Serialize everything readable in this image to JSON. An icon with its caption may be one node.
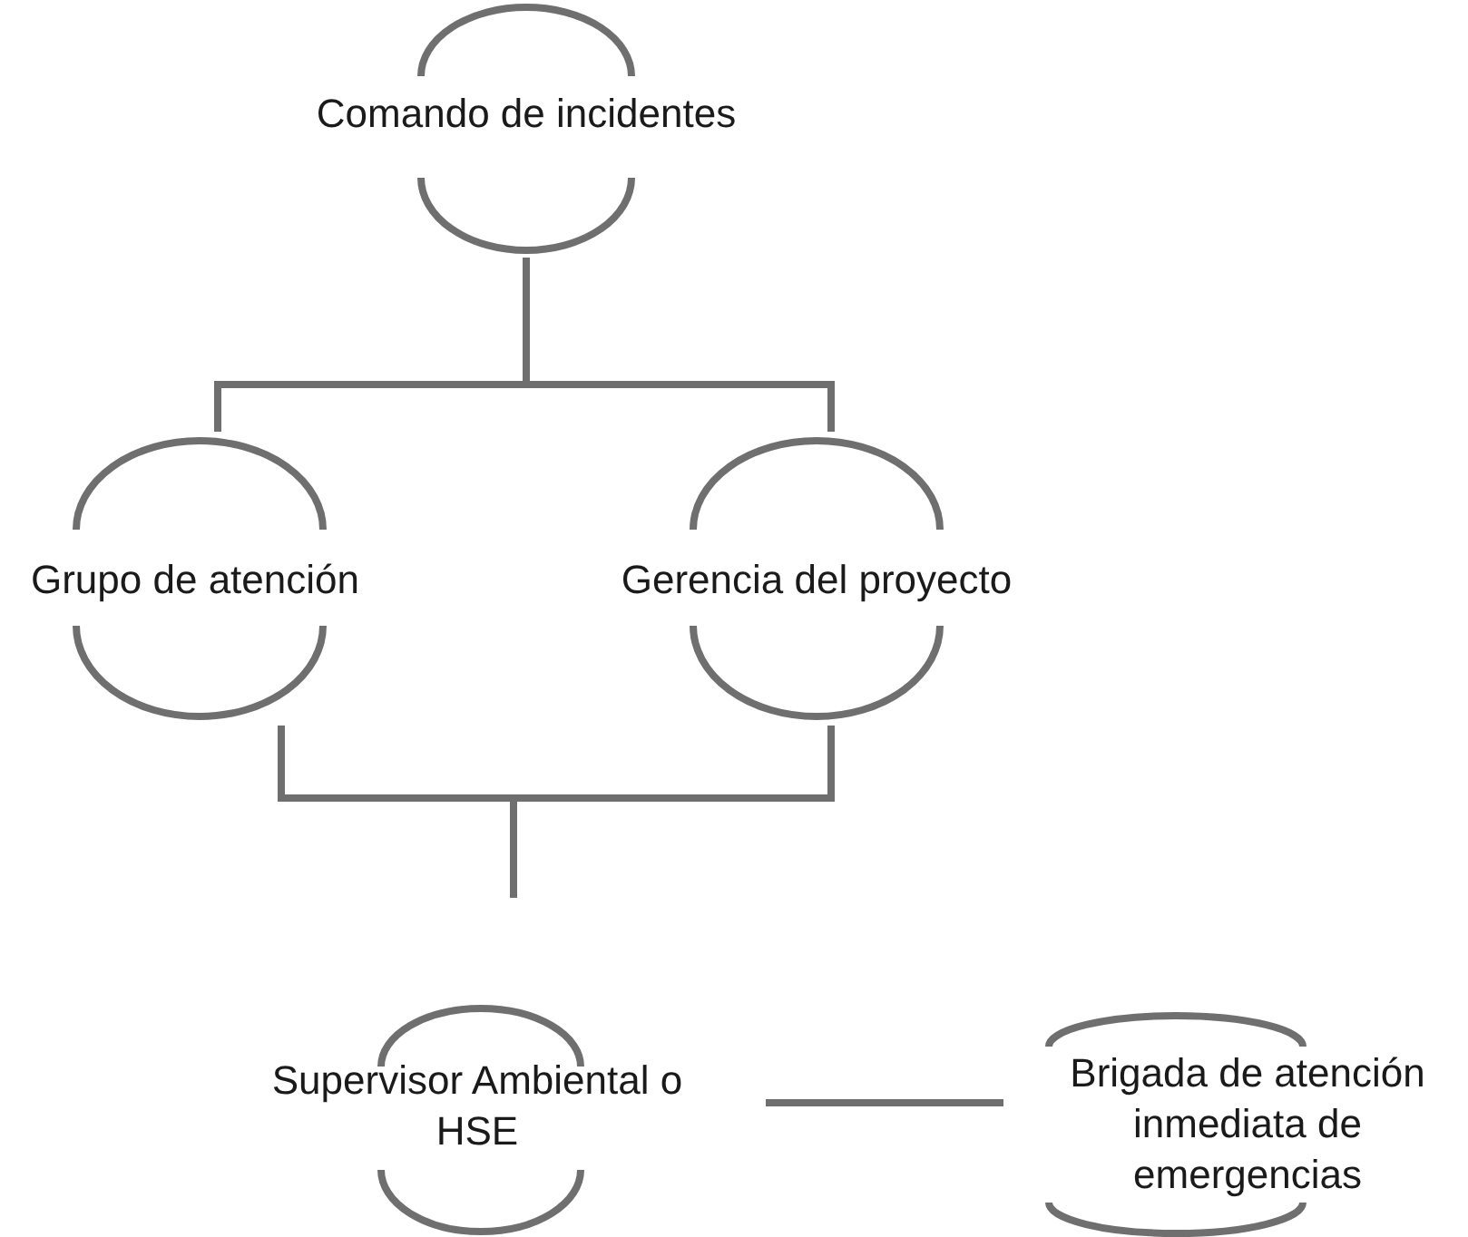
{
  "diagram": {
    "nodes": [
      {
        "text": [
          "Comando de incidentes"
        ]
      },
      {
        "text": [
          "Grupo de atención"
        ]
      },
      {
        "text": [
          "Gerencia del proyecto"
        ]
      },
      {
        "text": [
          "Supervisor Ambiental o HSE"
        ]
      },
      {
        "text": [
          "Brigada de atención inmediata de emergencias"
        ]
      }
    ],
    "edges": [
      {
        "from": 0,
        "to": 1,
        "arrow": "none"
      },
      {
        "from": 0,
        "to": 2,
        "arrow": "none"
      },
      {
        "from": 1,
        "to": 3,
        "arrow": "none"
      },
      {
        "from": 2,
        "to": 3,
        "arrow": "none"
      },
      {
        "from": 3,
        "to": 4,
        "arrow": "none"
      }
    ]
  }
}
